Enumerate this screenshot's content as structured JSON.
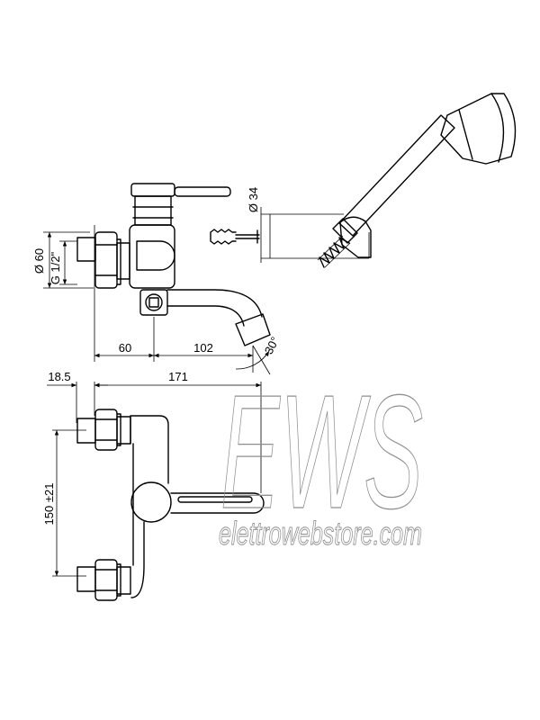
{
  "side_view": {
    "dim_diameter_60": "Ø 60",
    "dim_thread": "G 1/2\"",
    "dim_60": "60",
    "dim_102": "102",
    "angle": "30°"
  },
  "hand_shower": {
    "dim_diameter_34": "Ø 34"
  },
  "top_view": {
    "dim_18_5": "18.5",
    "dim_171": "171",
    "dim_150": "150 ±21"
  },
  "watermark": {
    "logo": "EWS",
    "site": "elettrowebstore.com"
  },
  "colors": {
    "line": "#000000",
    "watermark": "#8e8e8e",
    "background": "#ffffff"
  }
}
